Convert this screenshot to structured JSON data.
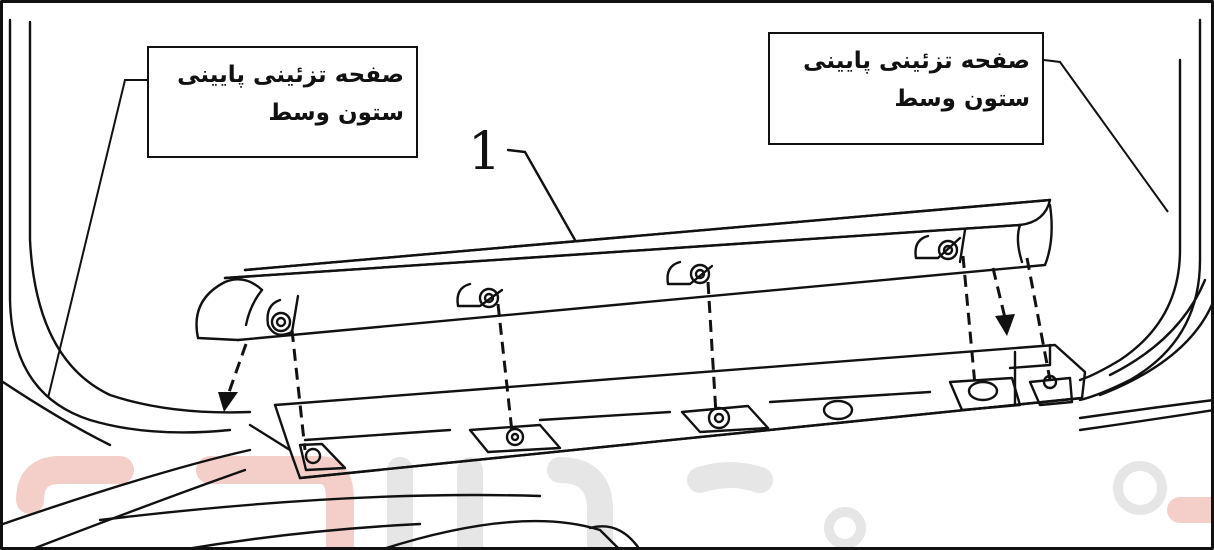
{
  "labels": {
    "left": {
      "line1": "صفحه تزئینی پایینی",
      "line2": "ستون وسط"
    },
    "right": {
      "line1": "صفحه تزئینی پایینی",
      "line2": "ستون وسط"
    }
  },
  "part_number": "1",
  "colors": {
    "line": "#111111",
    "background": "#ffffff",
    "watermark_red": "#e8a39b",
    "watermark_gray": "#d9d9d9"
  }
}
